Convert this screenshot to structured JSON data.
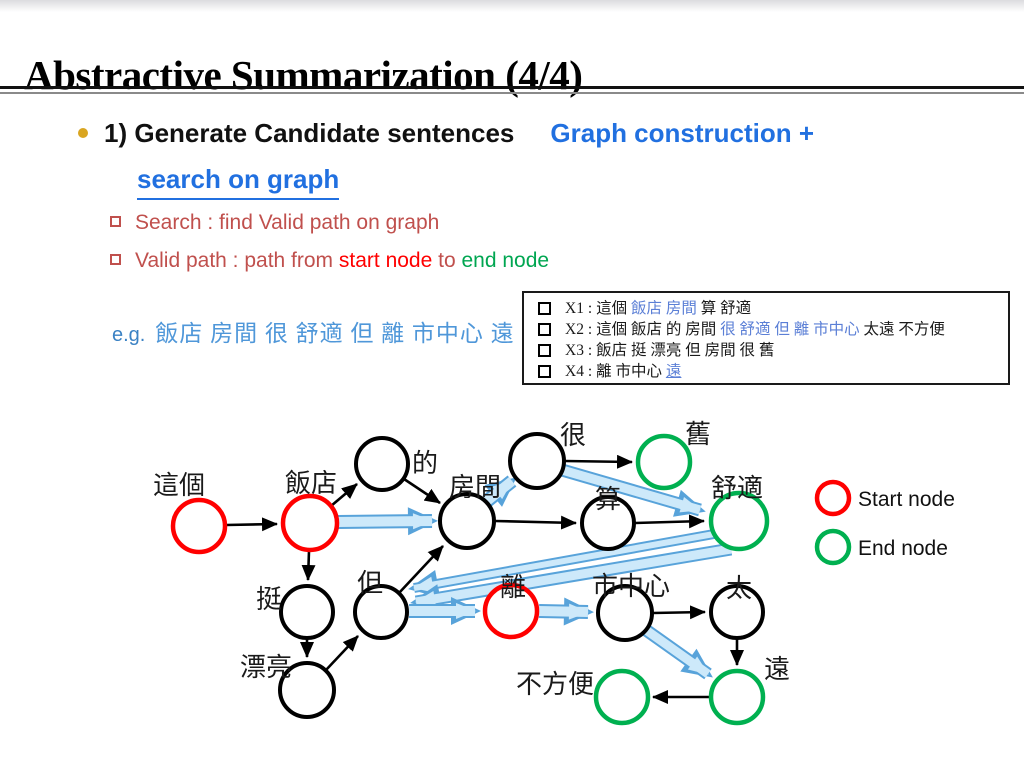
{
  "slide": {
    "title": "Abstractive Summarization (4/4)"
  },
  "main": {
    "bullet_black": "1) Generate Candidate sentences",
    "bullet_blue": "Graph construction +",
    "bullet_blue2": "search on graph",
    "sub1": "Search : find Valid path on graph",
    "sub2_pre": "Valid path : path from ",
    "sub2_start": "start node",
    "sub2_mid": " to ",
    "sub2_end": "end node",
    "eg_label": "e.g.",
    "eg_text": "飯店 房間 很 舒適 但 離 市中心 遠"
  },
  "xbox": {
    "x1": {
      "id": "X1 :",
      "pre": "這個 ",
      "blue": "飯店 房間",
      "post": " 算 舒適"
    },
    "x2": {
      "id": "X2 :",
      "pre": "這個 飯店 的 房間 ",
      "blue": "很 舒適 但 離 市中心",
      "post": " 太遠 不方便"
    },
    "x3": {
      "id": "X3 :",
      "pre": "飯店 挺 漂亮 但 房間 很 舊",
      "blue": "",
      "post": ""
    },
    "x4": {
      "id": "X4 :",
      "pre": "離 市中心 ",
      "blue": "遠",
      "post": ""
    }
  },
  "graph": {
    "nodes": {
      "zhege": {
        "label": "這個",
        "type": "start"
      },
      "fandian": {
        "label": "飯店",
        "type": "start"
      },
      "de": {
        "label": "的",
        "type": "normal"
      },
      "fangjian": {
        "label": "房間",
        "type": "normal"
      },
      "hen": {
        "label": "很",
        "type": "normal"
      },
      "jiu": {
        "label": "舊",
        "type": "end"
      },
      "suan": {
        "label": "算",
        "type": "normal"
      },
      "shushi": {
        "label": "舒適",
        "type": "end"
      },
      "ting": {
        "label": "挺",
        "type": "normal"
      },
      "piaoliang": {
        "label": "漂亮",
        "type": "normal"
      },
      "dan": {
        "label": "但",
        "type": "normal"
      },
      "li": {
        "label": "離",
        "type": "start"
      },
      "shizhongxin": {
        "label": "市中心",
        "type": "normal"
      },
      "tai": {
        "label": "太",
        "type": "normal"
      },
      "yuan": {
        "label": "遠",
        "type": "end"
      },
      "bufangbian": {
        "label": "不方便",
        "type": "end"
      }
    },
    "black_edges": [
      "這個→飯店",
      "飯店→的",
      "的→房間",
      "飯店→挺",
      "挺→漂亮",
      "漂亮→但",
      "但→房間",
      "房間→算",
      "算→舒適",
      "很→舊",
      "市中心→太",
      "太→遠",
      "遠→不方便"
    ],
    "blue_path_edges": [
      "飯店→房間",
      "房間→很",
      "很→舒適",
      "舒適→但",
      "但→離",
      "離→市中心",
      "市中心→遠"
    ]
  },
  "legend": {
    "start_label": "Start node",
    "end_label": "End node"
  },
  "colors": {
    "start_node": "#ff0000",
    "end_node": "#00b050",
    "normal_node": "#000000",
    "blue_heading": "#2170e0",
    "sub_bullet": "#c0504d",
    "box_blue_word": "#5b7fd6",
    "path_arrow_fill": "#cde9fa",
    "path_arrow_outline": "#58a3da",
    "bullet_dot": "#d9a521"
  }
}
